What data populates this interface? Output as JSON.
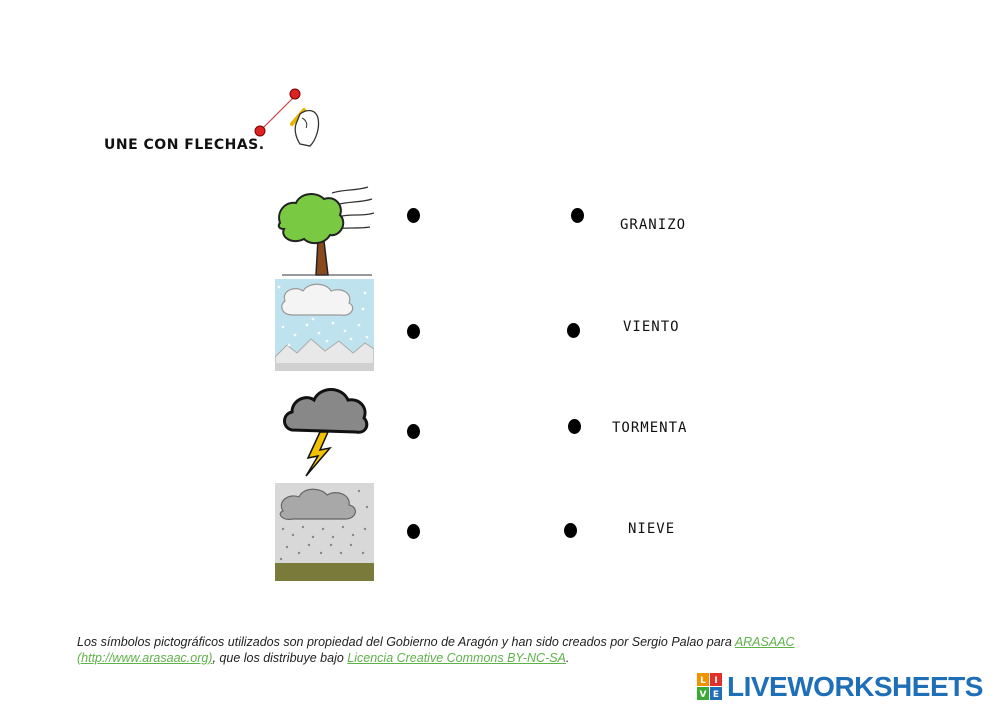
{
  "instruction": {
    "title": "UNE CON FLECHAS."
  },
  "words": [
    "GRANIZO",
    "VIENTO",
    "TORMENTA",
    "NIEVE"
  ],
  "credits": {
    "text_before": "Los símbolos pictográficos utilizados son propiedad del Gobierno de Aragón y han sido creados por Sergio Palao para ",
    "link_arasaac": "ARASAAC",
    "link_url": "(http://www.arasaac.org)",
    "text_middle": ", que los distribuye bajo ",
    "link_license": "Licencia Creative Commons BY-NC-SA",
    "text_end": "."
  },
  "brand": {
    "name": "LIVEWORKSHEETS",
    "icon_letters": [
      "L",
      "I",
      "V",
      "E"
    ]
  },
  "colors": {
    "accent_green": "#5fb14a",
    "brand_blue": "#1f6fb8"
  }
}
